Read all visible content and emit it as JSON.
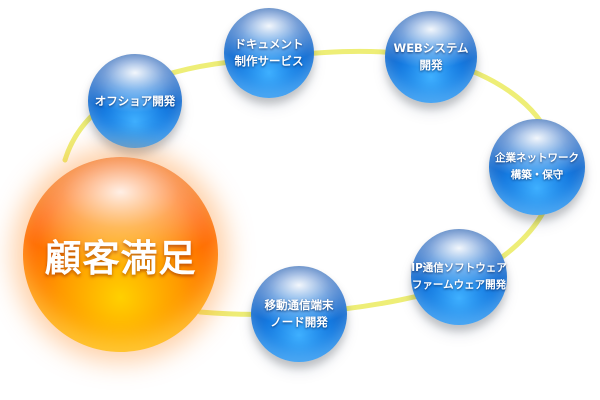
{
  "center": {
    "label": "顧客満足"
  },
  "services": [
    {
      "lines": [
        "オフショア開発"
      ]
    },
    {
      "lines": [
        "ドキュメント",
        "制作サービス"
      ]
    },
    {
      "lines": [
        "WEBシステム",
        "開発"
      ]
    },
    {
      "lines": [
        "企業ネットワーク",
        "構築・保守"
      ]
    },
    {
      "lines": [
        "IP通信ソフトウェア",
        "ファームウェア開発"
      ]
    },
    {
      "lines": [
        "移動通信端末",
        "ノード開発"
      ]
    }
  ],
  "colors": {
    "ring": "#eeee77",
    "sphere_blue": "#1479e0",
    "sphere_orange": "#ff5a00",
    "text": "#ffffff"
  }
}
